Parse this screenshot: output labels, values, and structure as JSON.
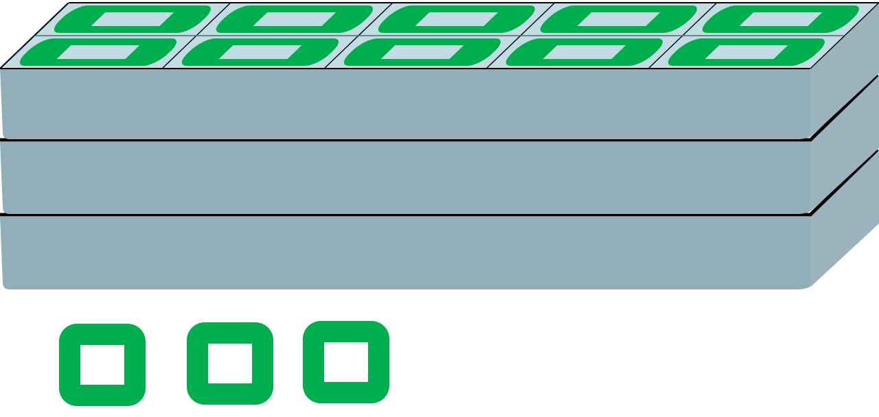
{
  "diagram": {
    "stack": {
      "layers": 3,
      "top_tiles": {
        "rows": 2,
        "cols": 5,
        "icon": "rounded-square-ring-icon"
      }
    },
    "loose_tiles": {
      "count": 3,
      "icon": "rounded-square-ring-icon"
    }
  },
  "colors": {
    "slab_front": "#92aeb8",
    "slab_side": "#9bb3bc",
    "top_face": "#c2dce3",
    "tile_green": "#00ae4d",
    "edge": "#000000",
    "background": "#ffffff"
  }
}
